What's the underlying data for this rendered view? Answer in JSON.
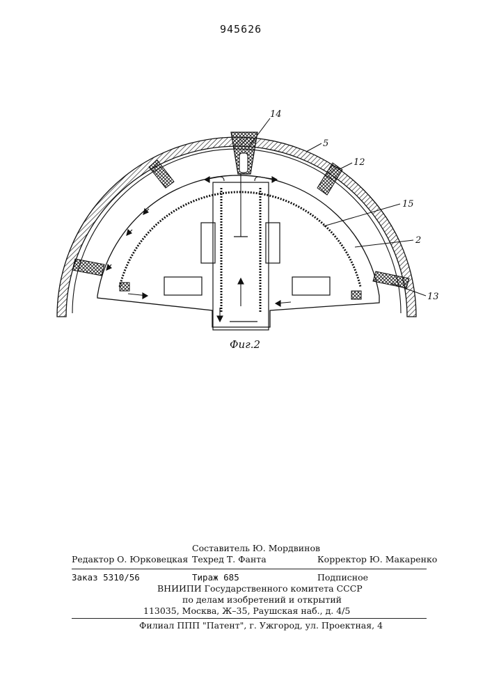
{
  "header": {
    "page_number": "945626"
  },
  "figure": {
    "caption": "Фиг.2",
    "labels": {
      "l14": "14",
      "l5": "5",
      "l12": "12",
      "l15": "15",
      "l2": "2",
      "l13": "13"
    }
  },
  "imprint": {
    "compiler": "Составитель Ю. Мордвинов",
    "editor": "Редактор О. Юрковецкая",
    "techred": "Техред Т. Фанта",
    "corrector": "Корректор Ю. Макаренко",
    "order": "Заказ 5310/56",
    "circulation": "Тираж 685",
    "subscription": "Подписное",
    "org_line1": "ВНИИПИ Государственного комитета СССР",
    "org_line2": "по делам изобретений и открытий",
    "address": "113035, Москва, Ж–35, Раушская наб., д. 4/5",
    "branch": "Филиал ППП \"Патент\", г. Ужгород, ул. Проектная, 4"
  }
}
